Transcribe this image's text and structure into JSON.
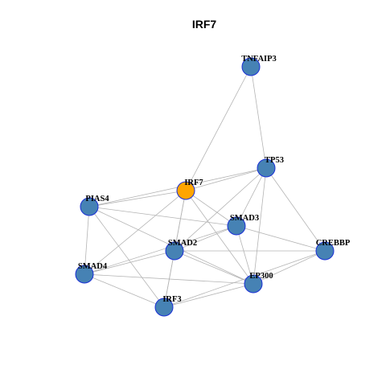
{
  "graph": {
    "title": "IRF7",
    "colors": {
      "node_default": "#4682b4",
      "node_highlight": "#ffa500",
      "node_border": "#1a2fd6",
      "edge": "#b4b4b4"
    },
    "nodes": [
      {
        "id": "TNFAIP3",
        "label": "TNFAIP3",
        "highlight": false
      },
      {
        "id": "TP53",
        "label": "TP53",
        "highlight": false
      },
      {
        "id": "IRF7",
        "label": "IRF7",
        "highlight": true
      },
      {
        "id": "PIAS4",
        "label": "PIAS4",
        "highlight": false
      },
      {
        "id": "SMAD3",
        "label": "SMAD3",
        "highlight": false
      },
      {
        "id": "SMAD2",
        "label": "SMAD2",
        "highlight": false
      },
      {
        "id": "CREBBP",
        "label": "CREBBP",
        "highlight": false
      },
      {
        "id": "SMAD4",
        "label": "SMAD4",
        "highlight": false
      },
      {
        "id": "EP300",
        "label": "EP300",
        "highlight": false
      },
      {
        "id": "IRF3",
        "label": "IRF3",
        "highlight": false
      }
    ],
    "edges": [
      [
        "TNFAIP3",
        "IRF7"
      ],
      [
        "TNFAIP3",
        "TP53"
      ],
      [
        "TP53",
        "IRF7"
      ],
      [
        "TP53",
        "PIAS4"
      ],
      [
        "TP53",
        "SMAD3"
      ],
      [
        "TP53",
        "SMAD2"
      ],
      [
        "TP53",
        "CREBBP"
      ],
      [
        "TP53",
        "EP300"
      ],
      [
        "IRF7",
        "PIAS4"
      ],
      [
        "IRF7",
        "SMAD3"
      ],
      [
        "IRF7",
        "SMAD2"
      ],
      [
        "IRF7",
        "SMAD4"
      ],
      [
        "IRF7",
        "EP300"
      ],
      [
        "IRF7",
        "IRF3"
      ],
      [
        "PIAS4",
        "SMAD3"
      ],
      [
        "PIAS4",
        "SMAD4"
      ],
      [
        "PIAS4",
        "IRF3"
      ],
      [
        "PIAS4",
        "EP300"
      ],
      [
        "SMAD3",
        "SMAD2"
      ],
      [
        "SMAD3",
        "SMAD4"
      ],
      [
        "SMAD3",
        "CREBBP"
      ],
      [
        "SMAD3",
        "EP300"
      ],
      [
        "SMAD2",
        "SMAD4"
      ],
      [
        "SMAD2",
        "CREBBP"
      ],
      [
        "SMAD2",
        "EP300"
      ],
      [
        "SMAD2",
        "IRF3"
      ],
      [
        "CREBBP",
        "EP300"
      ],
      [
        "CREBBP",
        "IRF3"
      ],
      [
        "SMAD4",
        "EP300"
      ],
      [
        "SMAD4",
        "IRF3"
      ],
      [
        "EP300",
        "IRF3"
      ]
    ]
  }
}
